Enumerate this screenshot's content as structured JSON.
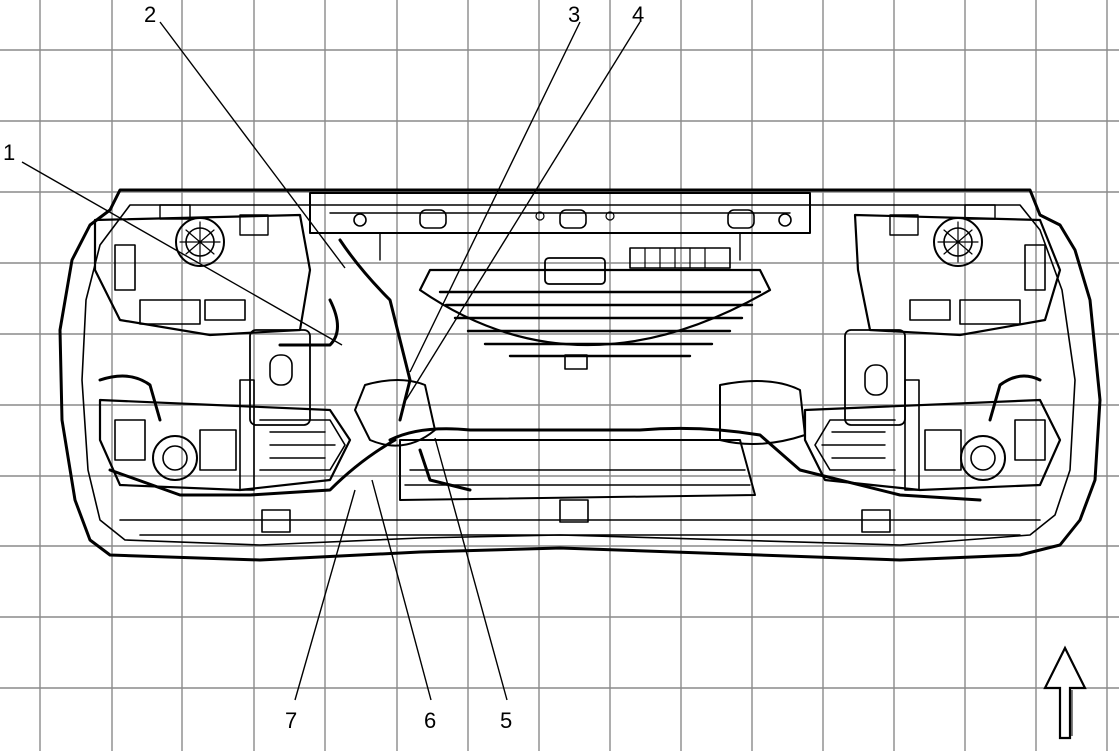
{
  "diagram": {
    "callouts": [
      {
        "label": "1"
      },
      {
        "label": "2"
      },
      {
        "label": "3"
      },
      {
        "label": "4"
      },
      {
        "label": "5"
      },
      {
        "label": "6"
      },
      {
        "label": "7"
      }
    ],
    "direction_arrow": {
      "icon": "up-arrow-icon",
      "meaning": "forward"
    }
  }
}
